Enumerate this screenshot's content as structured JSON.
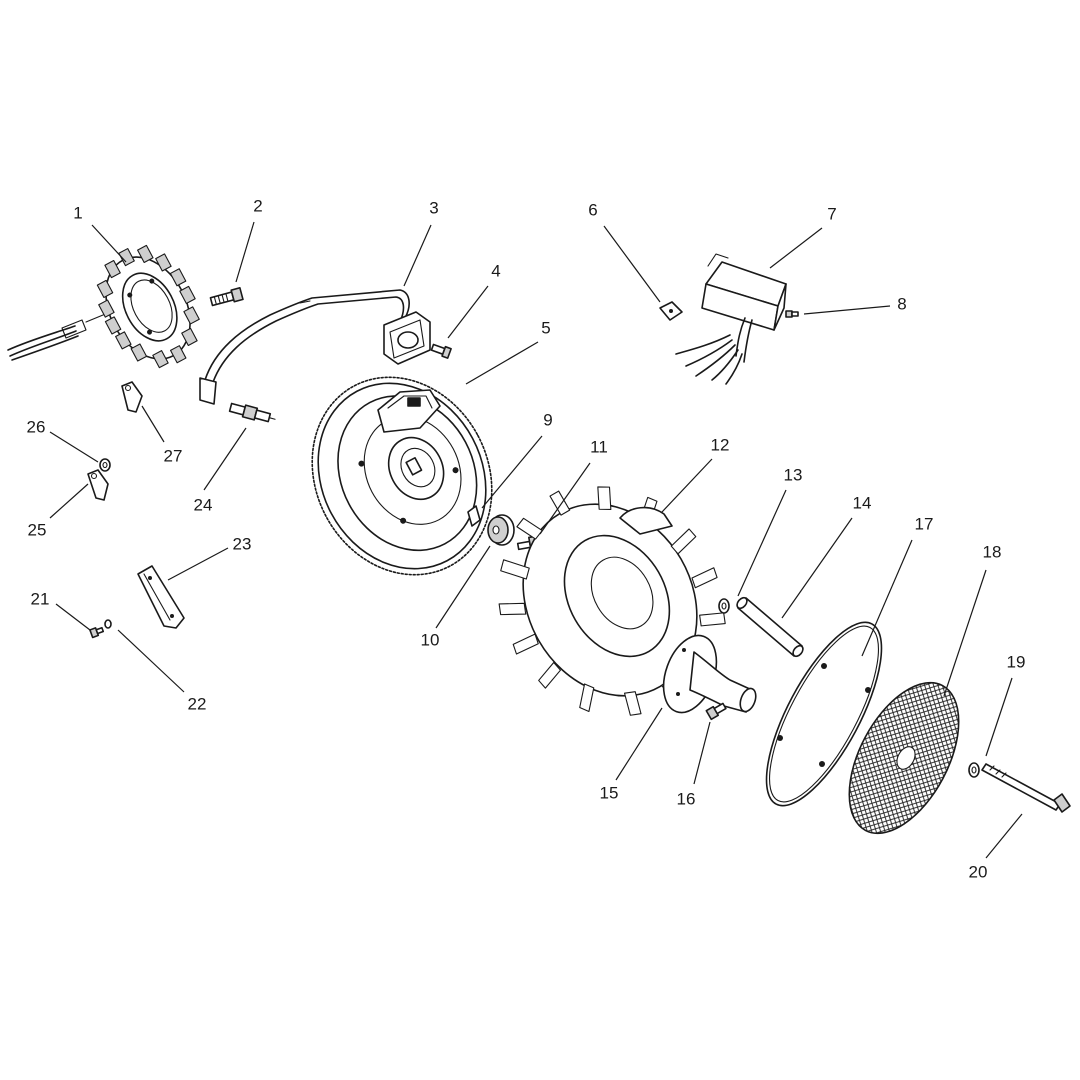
{
  "callouts": [
    {
      "id": "1",
      "label": "1"
    },
    {
      "id": "2",
      "label": "2"
    },
    {
      "id": "3",
      "label": "3"
    },
    {
      "id": "4",
      "label": "4"
    },
    {
      "id": "5",
      "label": "5"
    },
    {
      "id": "6",
      "label": "6"
    },
    {
      "id": "7",
      "label": "7"
    },
    {
      "id": "8",
      "label": "8"
    },
    {
      "id": "9",
      "label": "9"
    },
    {
      "id": "10",
      "label": "10"
    },
    {
      "id": "11",
      "label": "11"
    },
    {
      "id": "12",
      "label": "12"
    },
    {
      "id": "13",
      "label": "13"
    },
    {
      "id": "14",
      "label": "14"
    },
    {
      "id": "15",
      "label": "15"
    },
    {
      "id": "16",
      "label": "16"
    },
    {
      "id": "17",
      "label": "17"
    },
    {
      "id": "18",
      "label": "18"
    },
    {
      "id": "19",
      "label": "19"
    },
    {
      "id": "20",
      "label": "20"
    },
    {
      "id": "21",
      "label": "21"
    },
    {
      "id": "22",
      "label": "22"
    },
    {
      "id": "23",
      "label": "23"
    },
    {
      "id": "24",
      "label": "24"
    },
    {
      "id": "25",
      "label": "25"
    },
    {
      "id": "26",
      "label": "26"
    },
    {
      "id": "27",
      "label": "27"
    }
  ],
  "colors": {
    "ink": "#1a1a1a",
    "background": "#ffffff"
  }
}
